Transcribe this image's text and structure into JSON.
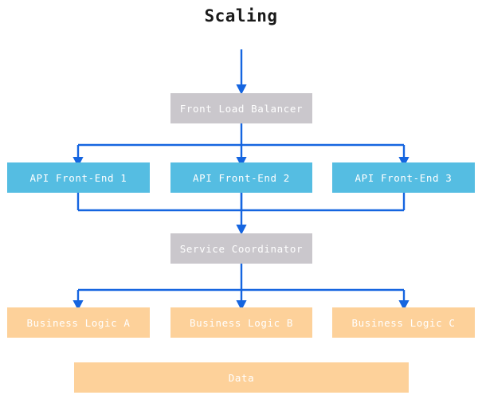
{
  "title": "Scaling",
  "colors": {
    "background": "#ffffff",
    "title_text": "#1a1a1a",
    "gray_node": "#cac7cc",
    "blue_node": "#55bde2",
    "orange_node": "#fdd19a",
    "node_text": "#ffffff",
    "arrow": "#1565e0"
  },
  "nodes": {
    "front_load_balancer": {
      "label": "Front Load Balancer",
      "style": "gray"
    },
    "api_front_end_1": {
      "label": "API Front-End 1",
      "style": "blue"
    },
    "api_front_end_2": {
      "label": "API Front-End 2",
      "style": "blue"
    },
    "api_front_end_3": {
      "label": "API Front-End 3",
      "style": "blue"
    },
    "service_coordinator": {
      "label": "Service Coordinator",
      "style": "gray"
    },
    "business_logic_a": {
      "label": "Business Logic A",
      "style": "orange"
    },
    "business_logic_b": {
      "label": "Business Logic B",
      "style": "orange"
    },
    "business_logic_c": {
      "label": "Business Logic C",
      "style": "orange"
    },
    "data": {
      "label": "Data",
      "style": "orange"
    }
  },
  "edges": [
    {
      "name": "inbound-to-front-load-balancer",
      "from": "external",
      "to": "front_load_balancer"
    },
    {
      "name": "front-load-balancer-to-api-1",
      "from": "front_load_balancer",
      "to": "api_front_end_1"
    },
    {
      "name": "front-load-balancer-to-api-2",
      "from": "front_load_balancer",
      "to": "api_front_end_2"
    },
    {
      "name": "front-load-balancer-to-api-3",
      "from": "front_load_balancer",
      "to": "api_front_end_3"
    },
    {
      "name": "api-1-to-service-coordinator",
      "from": "api_front_end_1",
      "to": "service_coordinator"
    },
    {
      "name": "api-2-to-service-coordinator",
      "from": "api_front_end_2",
      "to": "service_coordinator"
    },
    {
      "name": "api-3-to-service-coordinator",
      "from": "api_front_end_3",
      "to": "service_coordinator"
    },
    {
      "name": "service-coordinator-to-business-logic-a",
      "from": "service_coordinator",
      "to": "business_logic_a"
    },
    {
      "name": "service-coordinator-to-business-logic-b",
      "from": "service_coordinator",
      "to": "business_logic_b"
    },
    {
      "name": "service-coordinator-to-business-logic-c",
      "from": "service_coordinator",
      "to": "business_logic_c"
    }
  ]
}
